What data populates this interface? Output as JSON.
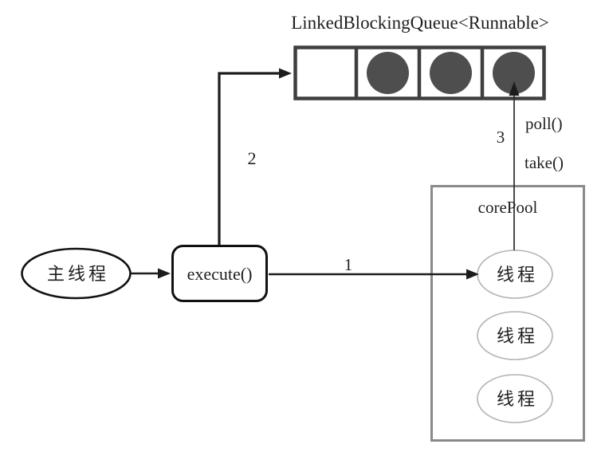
{
  "diagram": {
    "title": "LinkedBlockingQueue<Runnable>",
    "queue": {
      "cells": 4,
      "filled": [
        false,
        true,
        true,
        true
      ]
    },
    "nodes": {
      "main_thread": "主线程",
      "execute": "execute()",
      "core_pool": "corePool"
    },
    "pool": {
      "threads": [
        "线程",
        "线程",
        "线程"
      ]
    },
    "edges": {
      "step1": "1",
      "step2": "2",
      "step3": "3",
      "poll": "poll()",
      "take": "take()"
    },
    "colors": {
      "background": "#ffffff",
      "line": "#1c1c1c",
      "queue_border": "#3f3f3f",
      "task_fill": "#4e4e4e",
      "pool_border": "#8a8a8a",
      "thread_border": "#b3b3b3",
      "text": "#1f1f1f"
    }
  }
}
